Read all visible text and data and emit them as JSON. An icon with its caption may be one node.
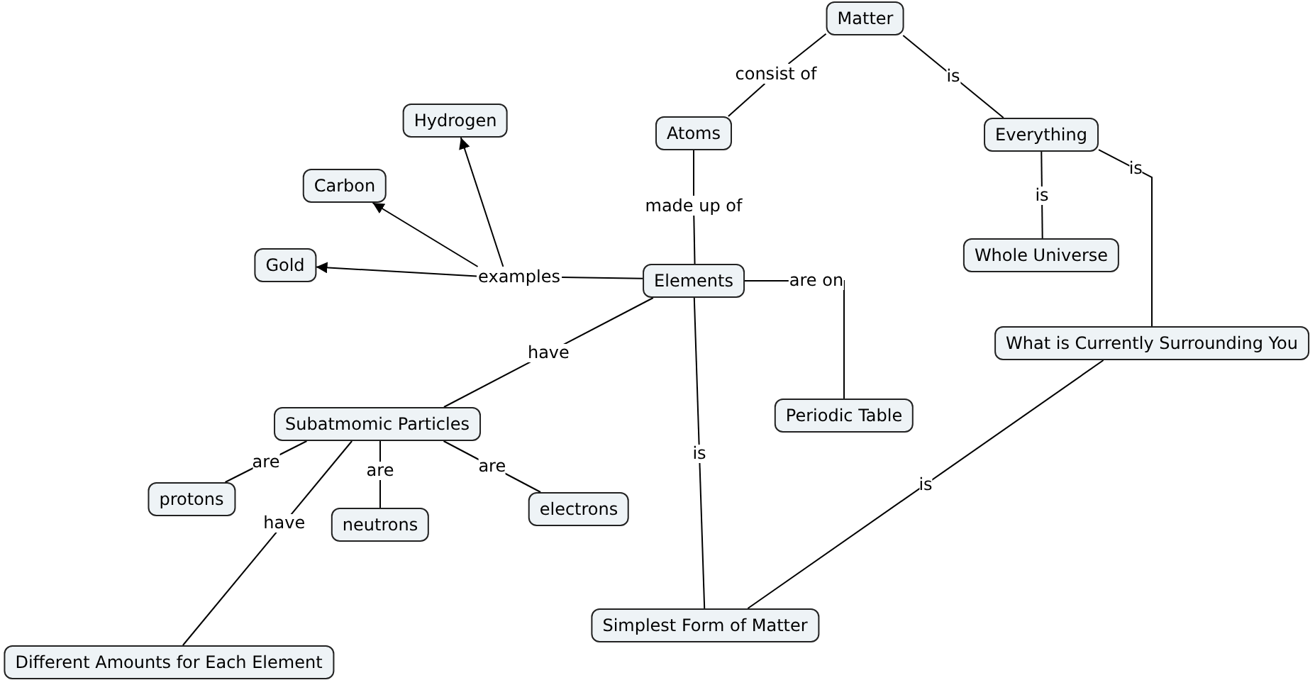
{
  "diagram": {
    "nodes": [
      {
        "text": [
          "Matter"
        ]
      },
      {
        "text": [
          "Atoms"
        ]
      },
      {
        "text": [
          "Everything"
        ]
      },
      {
        "text": [
          "Hydrogen"
        ]
      },
      {
        "text": [
          "Carbon"
        ]
      },
      {
        "text": [
          "Whole Universe"
        ]
      },
      {
        "text": [
          "Gold"
        ]
      },
      {
        "text": [
          "examples"
        ]
      },
      {
        "text": [
          "Elements"
        ]
      },
      {
        "text": [
          "What is Currently Surrounding You"
        ]
      },
      {
        "text": [
          "Subatmomic Particles"
        ]
      },
      {
        "text": [
          "Periodic Table"
        ]
      },
      {
        "text": [
          "protons"
        ]
      },
      {
        "text": [
          "electrons"
        ]
      },
      {
        "text": [
          "neutrons"
        ]
      },
      {
        "text": [
          "Simplest Form of Matter"
        ]
      },
      {
        "text": [
          "Different Amounts for Each Element"
        ]
      },
      {
        "text": [
          "consist of"
        ]
      },
      {
        "text": [
          "made up of"
        ]
      }
    ],
    "edges": [
      {
        "from": 0,
        "to": 17,
        "arrow": "none"
      },
      {
        "from": 0,
        "to": 2,
        "arrow": "none",
        "label": "is"
      },
      {
        "from": 1,
        "to": 18,
        "arrow": "none"
      },
      {
        "from": 2,
        "to": 5,
        "arrow": "none",
        "label": "is"
      },
      {
        "from": 2,
        "to": 9,
        "arrow": "none",
        "label": "is"
      },
      {
        "from": 8,
        "to": 7,
        "arrow": "none"
      },
      {
        "from": 7,
        "to": 3,
        "arrow": "to"
      },
      {
        "from": 7,
        "to": 4,
        "arrow": "to"
      },
      {
        "from": 7,
        "to": 6,
        "arrow": "to"
      },
      {
        "from": 8,
        "to": 11,
        "arrow": "none",
        "label": "are on"
      },
      {
        "from": 8,
        "to": 10,
        "arrow": "none",
        "label": "have"
      },
      {
        "from": 8,
        "to": 15,
        "arrow": "none",
        "label": "is"
      },
      {
        "from": 9,
        "to": 15,
        "arrow": "none",
        "label": "is"
      },
      {
        "from": 10,
        "to": 12,
        "arrow": "none",
        "label": "are"
      },
      {
        "from": 10,
        "to": 14,
        "arrow": "none",
        "label": "are"
      },
      {
        "from": 10,
        "to": 13,
        "arrow": "none",
        "label": "are"
      },
      {
        "from": 10,
        "to": 16,
        "arrow": "none",
        "label": "have"
      },
      {
        "from": 17,
        "to": 1,
        "arrow": "none"
      },
      {
        "from": 18,
        "to": 8,
        "arrow": "none"
      }
    ]
  }
}
